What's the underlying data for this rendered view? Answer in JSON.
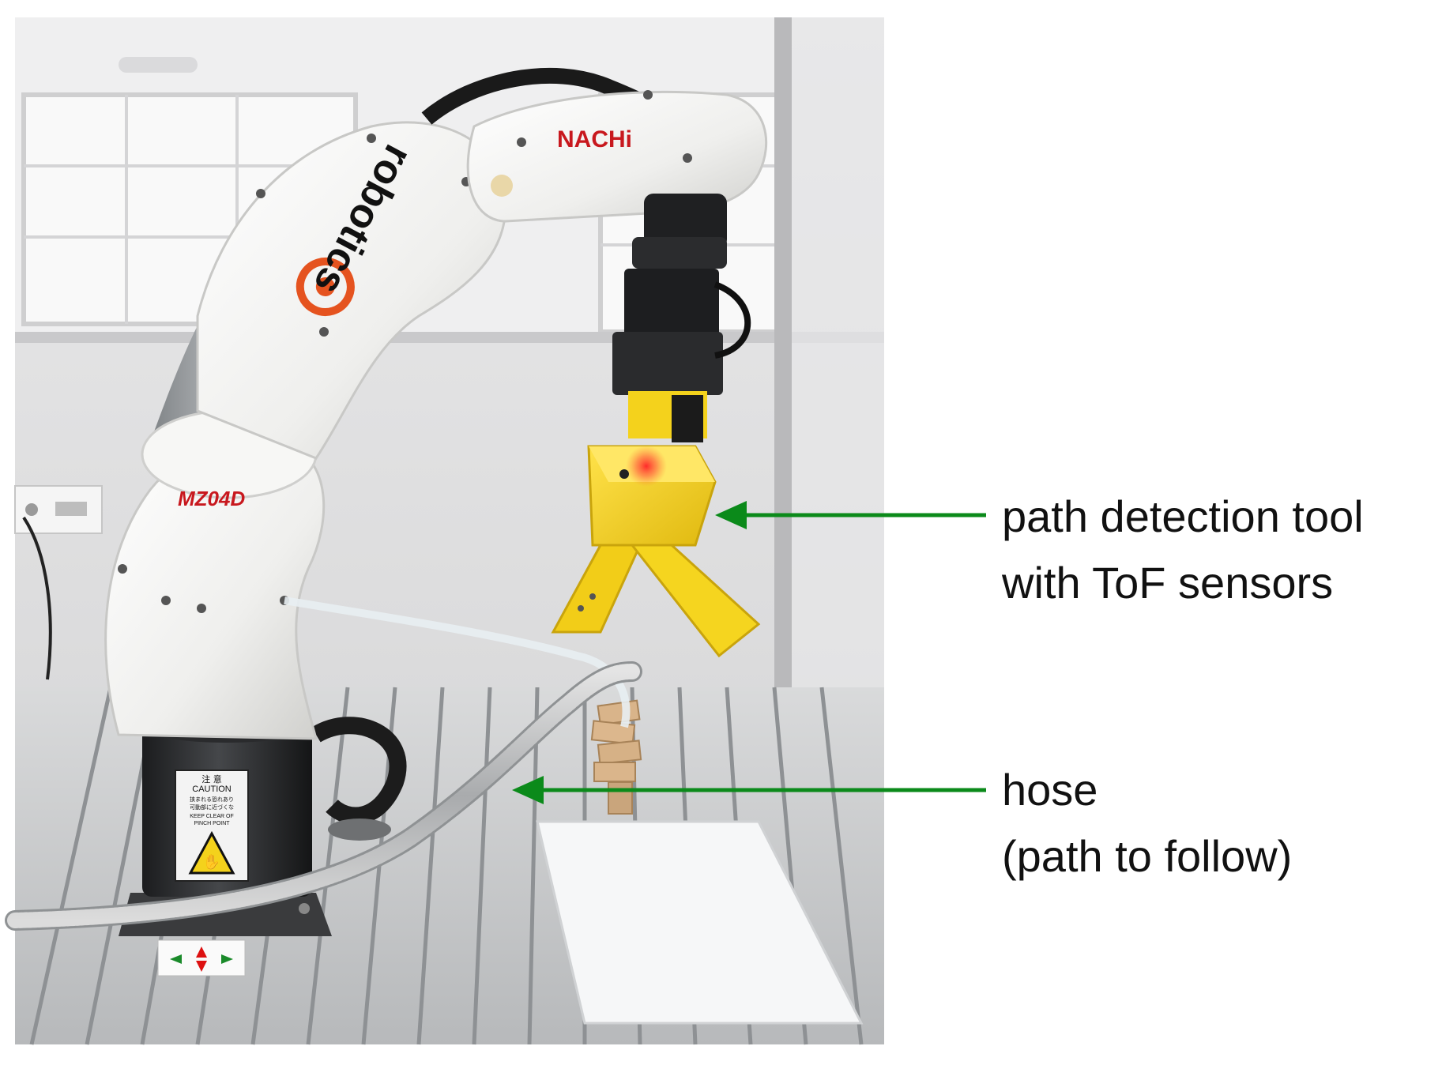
{
  "photo": {
    "robot_brand_logo": "NACHi",
    "robot_model": "MZ04D",
    "sticker_brand": "robotics",
    "caution_label": {
      "jp_header": "注 意",
      "en_header": "CAUTION",
      "line_1": "挟まれる恐れあり",
      "line_2": "可動部に近づくな",
      "line_3": "KEEP CLEAR OF",
      "line_4": "PINCH POINT"
    }
  },
  "annotations": [
    {
      "lines": [
        "path detection tool",
        "with ToF sensors"
      ]
    },
    {
      "lines": [
        "hose",
        "(path to follow)"
      ]
    }
  ],
  "colors": {
    "arrow": "#0b8a1a",
    "robot_white": "#f2f2f0",
    "robot_grey": "#9fa3a6",
    "tool_yellow": "#f4d21c",
    "logo_red": "#c8181e",
    "logo_orange": "#e5531f",
    "label_text": "#111111",
    "led_red": "#ff2a2a"
  }
}
